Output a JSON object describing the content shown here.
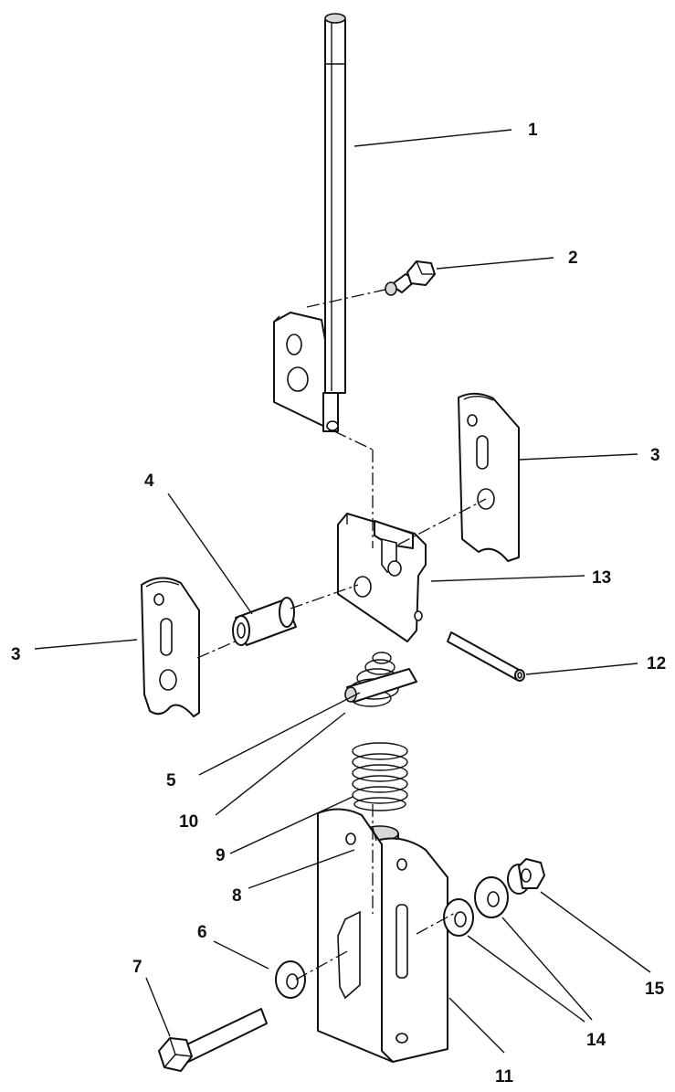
{
  "callouts": [
    {
      "id": "c1",
      "text": "1"
    },
    {
      "id": "c2",
      "text": "2"
    },
    {
      "id": "c3a",
      "text": "3"
    },
    {
      "id": "c3b",
      "text": "3"
    },
    {
      "id": "c4",
      "text": "4"
    },
    {
      "id": "c5",
      "text": "5"
    },
    {
      "id": "c6",
      "text": "6"
    },
    {
      "id": "c7",
      "text": "7"
    },
    {
      "id": "c8",
      "text": "8"
    },
    {
      "id": "c9",
      "text": "9"
    },
    {
      "id": "c10",
      "text": "10"
    },
    {
      "id": "c11",
      "text": "11"
    },
    {
      "id": "c12",
      "text": "12"
    },
    {
      "id": "c13",
      "text": "13"
    },
    {
      "id": "c14",
      "text": "14"
    },
    {
      "id": "c15",
      "text": "15"
    }
  ]
}
